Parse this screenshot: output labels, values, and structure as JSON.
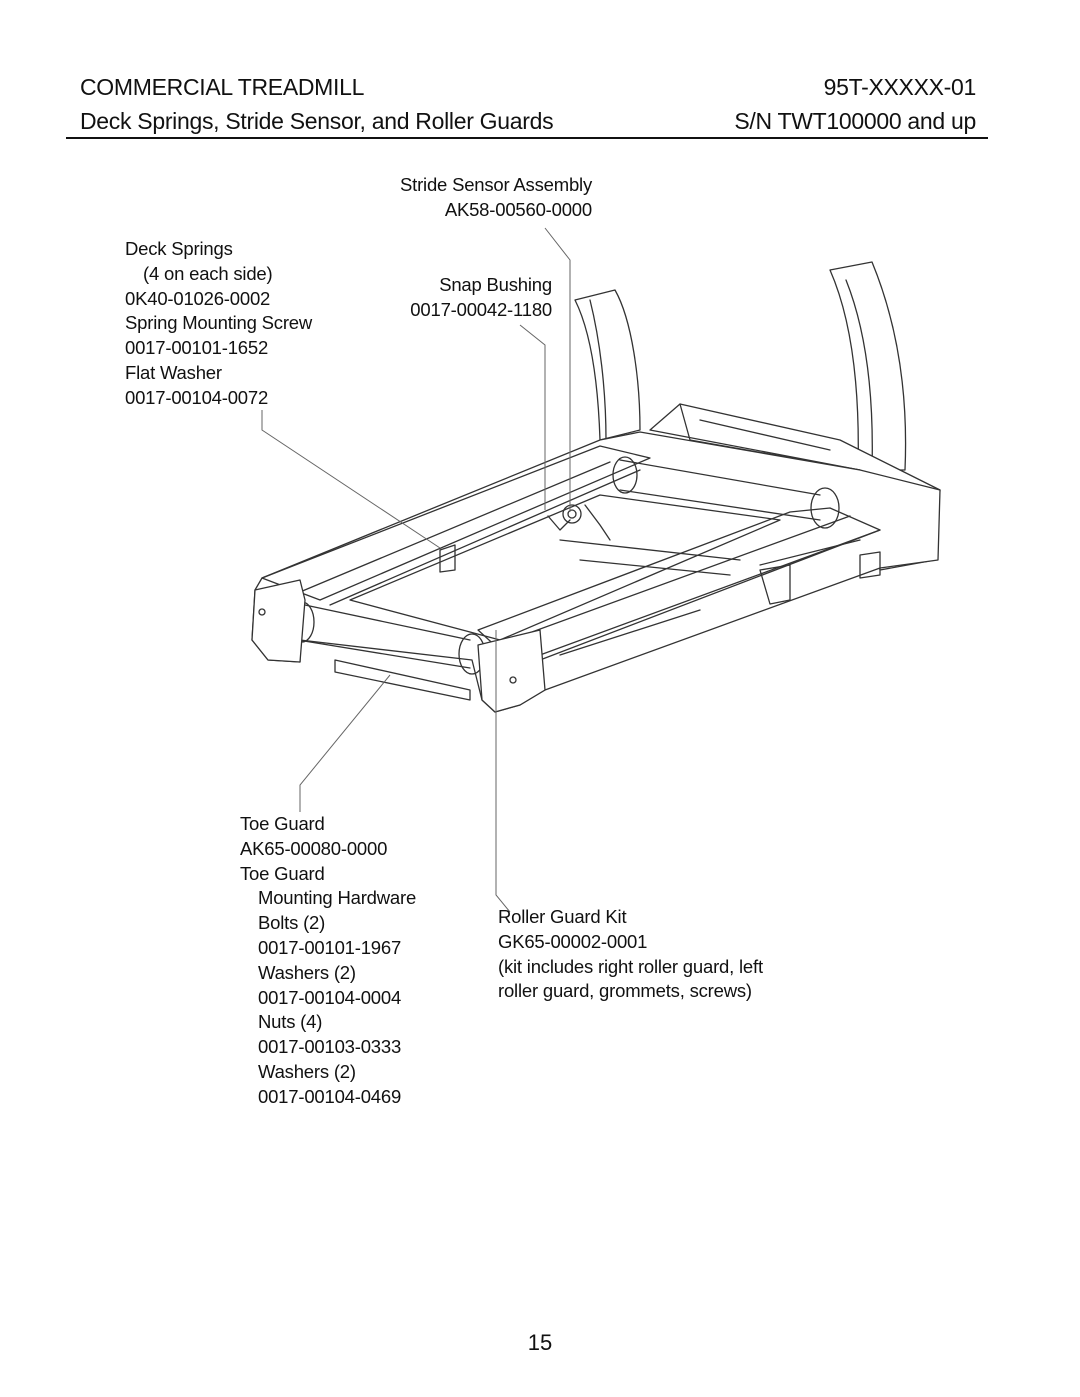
{
  "header": {
    "title": "COMMERCIAL TREADMILL",
    "model": "95T-XXXXX-01",
    "subtitle": "Deck Springs, Stride Sensor, and Roller Guards",
    "serial": "S/N TWT100000 and up"
  },
  "labels": {
    "stride_sensor": {
      "name": "Stride Sensor Assembly",
      "part": "AK58-00560-0000"
    },
    "deck_springs": {
      "name": "Deck Springs",
      "qty": "(4 on each side)",
      "part": "0K40-01026-0002",
      "screw_name": "Spring Mounting Screw",
      "screw_part": "0017-00101-1652",
      "washer_name": "Flat Washer",
      "washer_part": "0017-00104-0072"
    },
    "snap_bushing": {
      "name": "Snap Bushing",
      "part": "0017-00042-1180"
    },
    "toe_guard": {
      "name": "Toe Guard",
      "part": "AK65-00080-0000",
      "hw_name": "Toe Guard",
      "hw_sub": "Mounting Hardware",
      "bolts": "Bolts (2)",
      "bolts_part": "0017-00101-1967",
      "washers1": "Washers (2)",
      "washers1_part": "0017-00104-0004",
      "nuts": "Nuts (4)",
      "nuts_part": "0017-00103-0333",
      "washers2": "Washers (2)",
      "washers2_part": "0017-00104-0469"
    },
    "roller_guard": {
      "name": "Roller Guard Kit",
      "part": "GK65-00002-0001",
      "note_line1": "(kit includes right roller guard, left",
      "note_line2": "roller guard, grommets, screws)"
    }
  },
  "page_number": "15"
}
